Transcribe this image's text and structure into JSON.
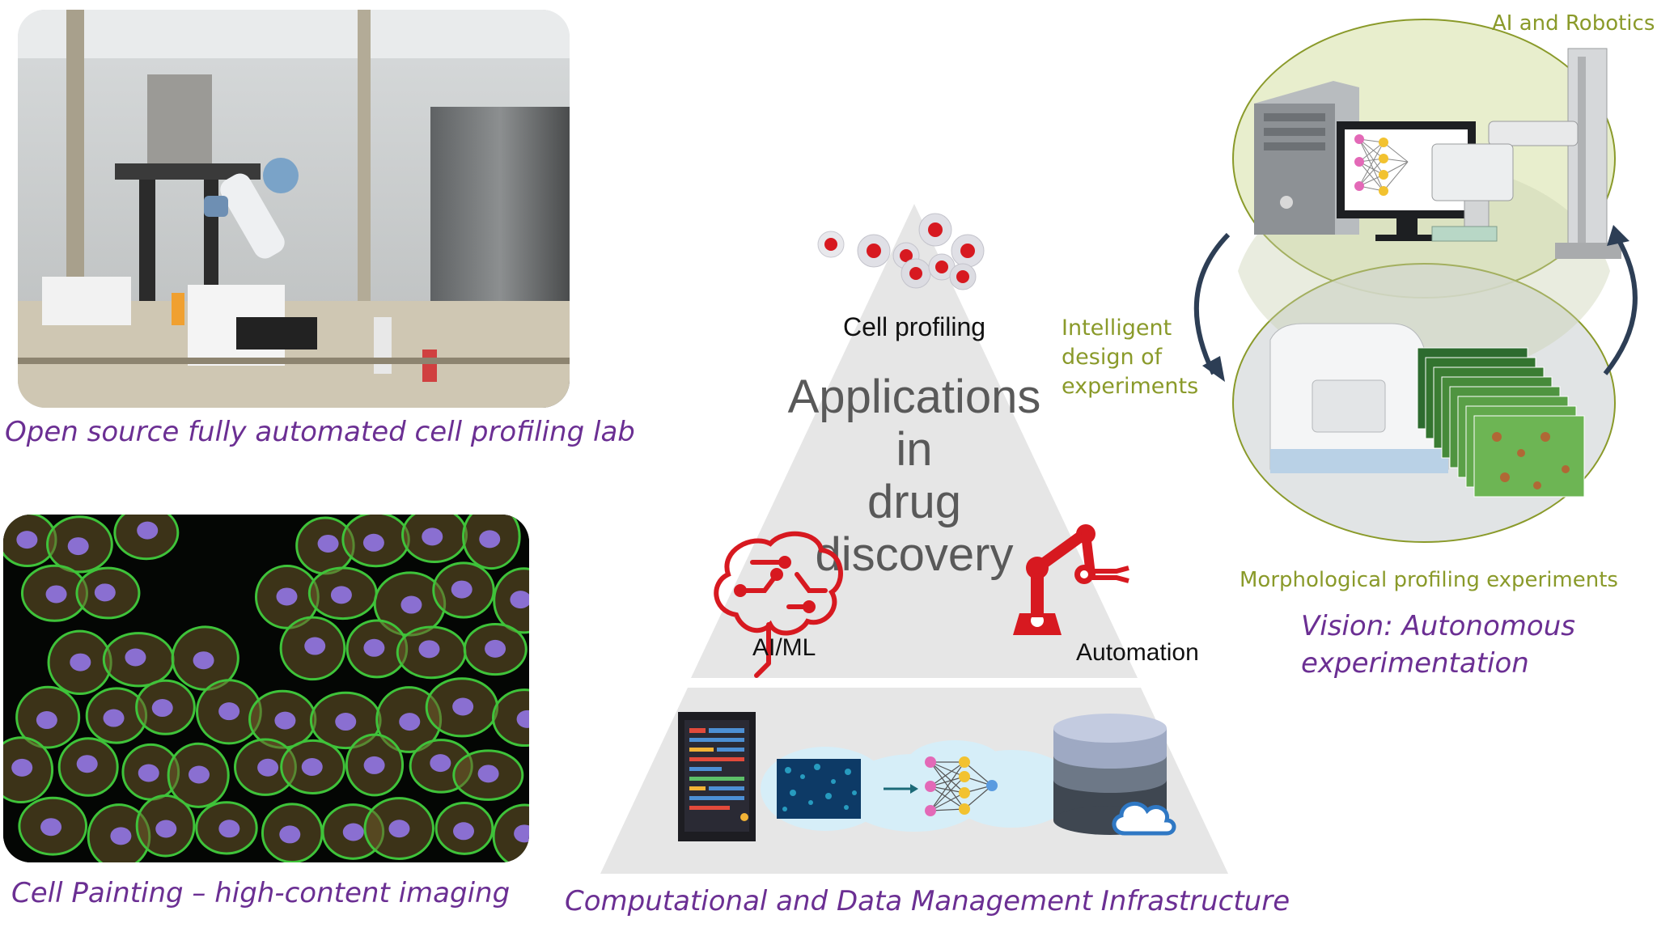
{
  "captions": {
    "lab": "Open source fully automated cell profiling lab",
    "painting": "Cell Painting – high-content imaging",
    "infrastructure": "Computational and Data Management Infrastructure",
    "vision_line1": "Vision: Autonomous",
    "vision_line2": "experimentation"
  },
  "pyramid": {
    "center_line1": "Applications",
    "center_line2": "in",
    "center_line3": "drug",
    "center_line4": "discovery",
    "cell_profiling": "Cell profiling",
    "ai_ml": "AI/ML",
    "automation": "Automation"
  },
  "cycle": {
    "ai_robotics": "AI and Robotics",
    "intelligent_line1": "Intelligent",
    "intelligent_line2": "design of",
    "intelligent_line3": "experiments",
    "morphological": "Morphological profiling experiments"
  },
  "colors": {
    "caption_purple": "#6b2f93",
    "olive_text": "#8a9a2a",
    "pyramid_gray": "#e6e6e6",
    "accent_red": "#d71920",
    "cell_green": "#3fc33a",
    "arrow_navy": "#2d3e55"
  }
}
